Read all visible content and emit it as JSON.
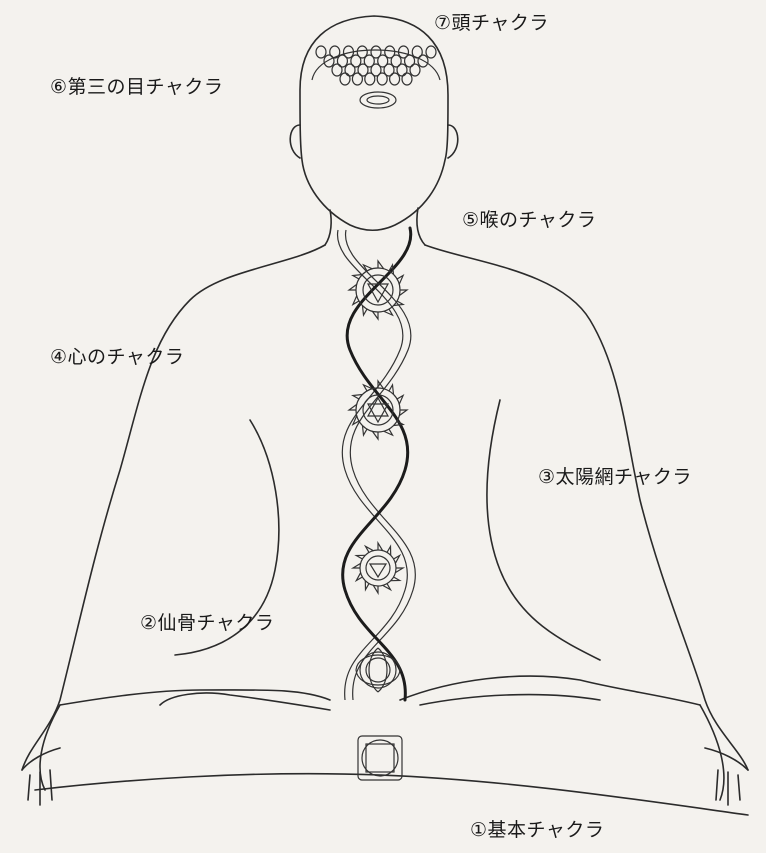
{
  "labels": {
    "crown": "⑦頭チャクラ",
    "third_eye": "⑥第三の目チャクラ",
    "throat": "⑤喉のチャクラ",
    "heart": "④心のチャクラ",
    "solar_plexus": "③太陽網チャクラ",
    "sacral": "②仙骨チャクラ",
    "root": "①基本チャクラ"
  },
  "colors": {
    "background": "#f4f2ee",
    "ink": "#2b2b2b"
  }
}
